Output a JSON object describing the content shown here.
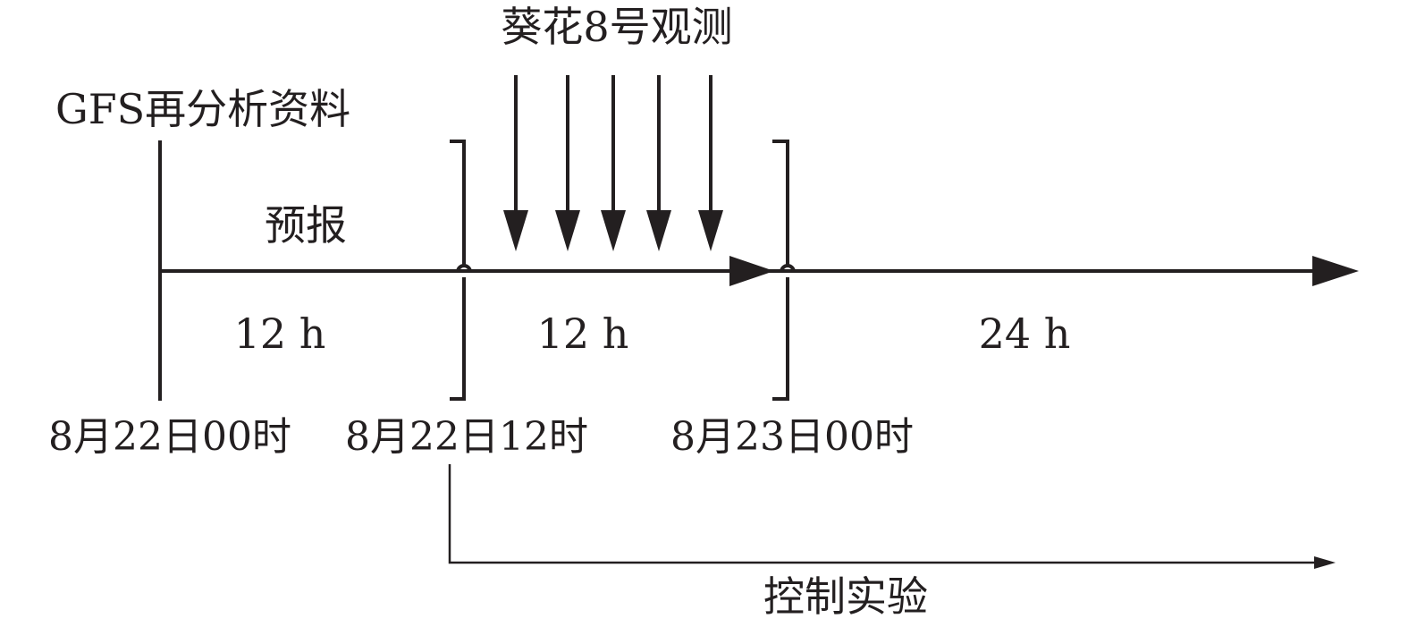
{
  "labels": {
    "himawari": "葵花8号观测",
    "gfs": "GFS再分析资料",
    "forecast": "预报",
    "control": "控制实验"
  },
  "durations": {
    "first": "12 h",
    "second": "12 h",
    "third": "24 h"
  },
  "times": {
    "t0": "8月22日00时",
    "t1": "8月22日12时",
    "t2": "8月23日00时"
  },
  "colors": {
    "ink": "#231f20",
    "background": "#ffffff"
  },
  "observation_arrow_count": 5
}
